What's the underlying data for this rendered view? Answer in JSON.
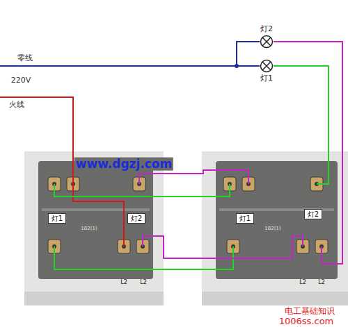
{
  "diagram": {
    "nodes": [
      {
        "text": [
          "灯2"
        ]
      },
      {
        "text": [
          "灯1"
        ]
      },
      {
        "text": [
          "灯1"
        ]
      },
      {
        "text": [
          "灯2"
        ]
      },
      {
        "text": [
          "灯1"
        ]
      },
      {
        "text": [
          "灯2"
        ]
      }
    ],
    "labels": [
      "零线",
      "220V",
      "火线",
      "www.dgzj.com",
      "102(1)",
      "102(1)",
      "L2",
      "L2",
      "L2",
      "L2",
      "电工基础知识",
      "1006ss.com"
    ]
  }
}
